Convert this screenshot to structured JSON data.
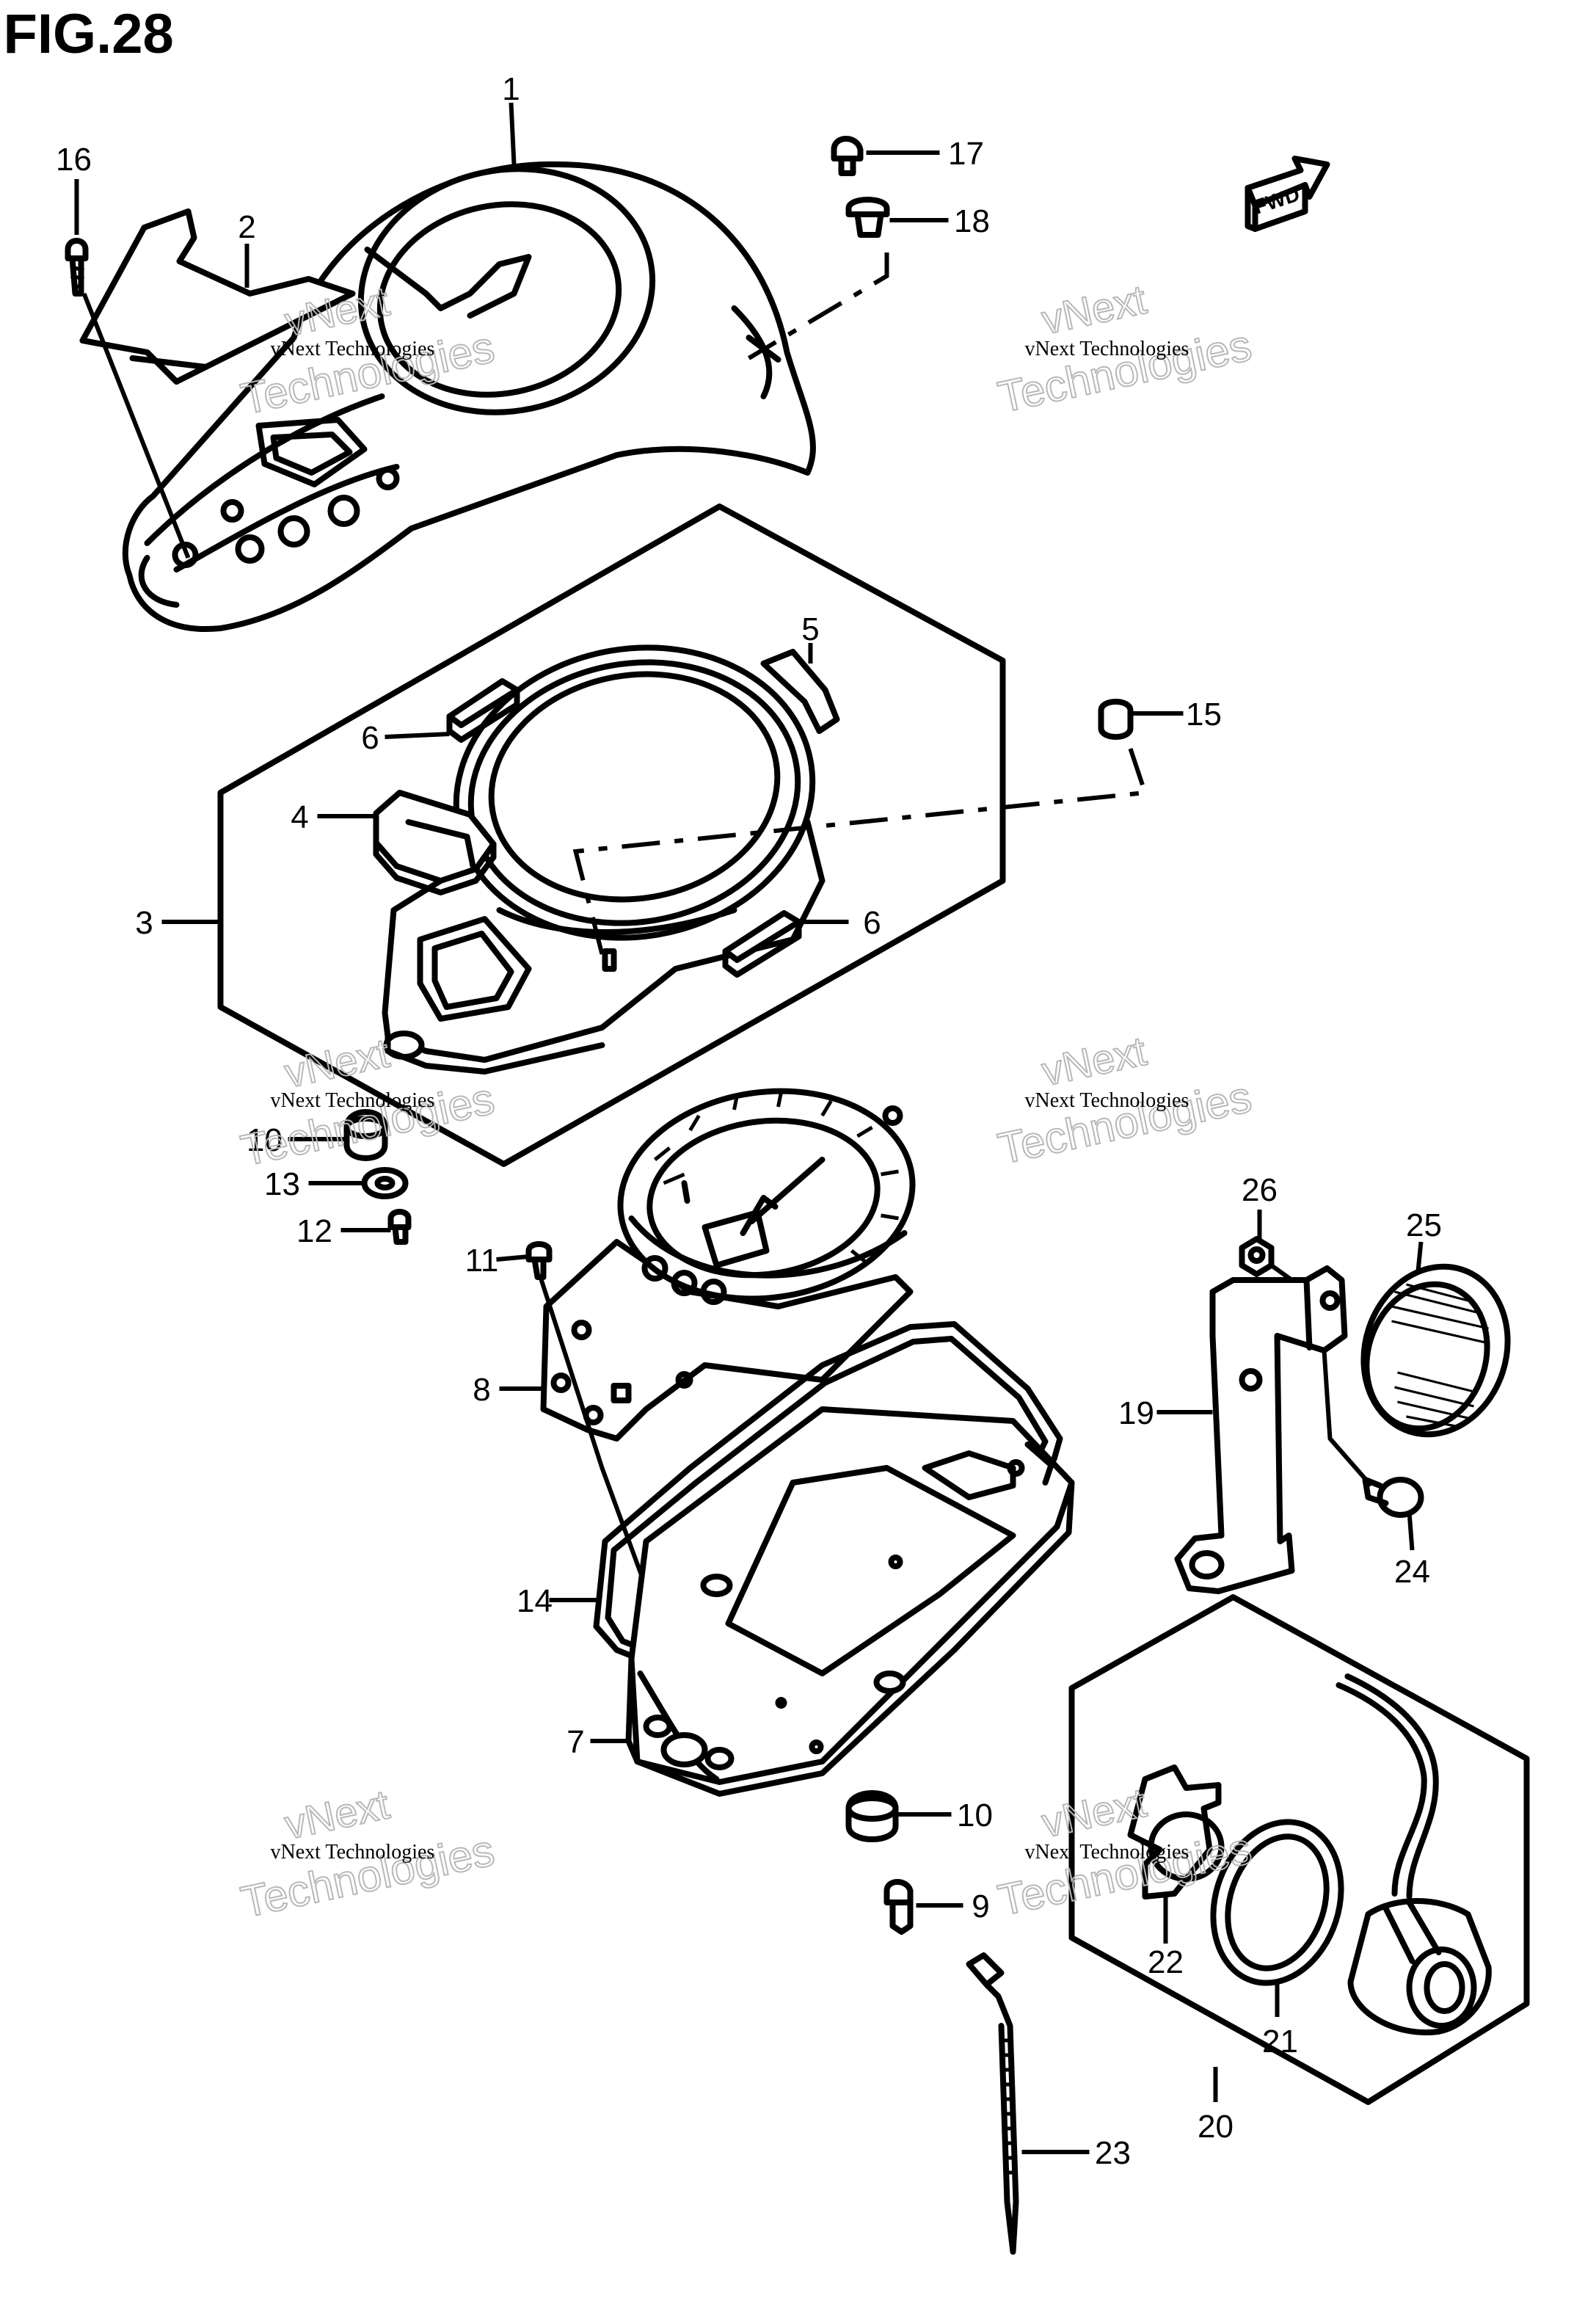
{
  "figure": {
    "title": "FIG.28",
    "fwd_label": "FWD"
  },
  "watermark": {
    "line1": "vNext Technologies",
    "word1": "vNext",
    "word2": "Technologies"
  },
  "callouts": [
    "1",
    "2",
    "3",
    "4",
    "5",
    "6",
    "6",
    "7",
    "8",
    "9",
    "10",
    "10",
    "11",
    "12",
    "13",
    "14",
    "15",
    "16",
    "17",
    "18",
    "19",
    "20",
    "21",
    "22",
    "23",
    "24",
    "25",
    "26"
  ]
}
